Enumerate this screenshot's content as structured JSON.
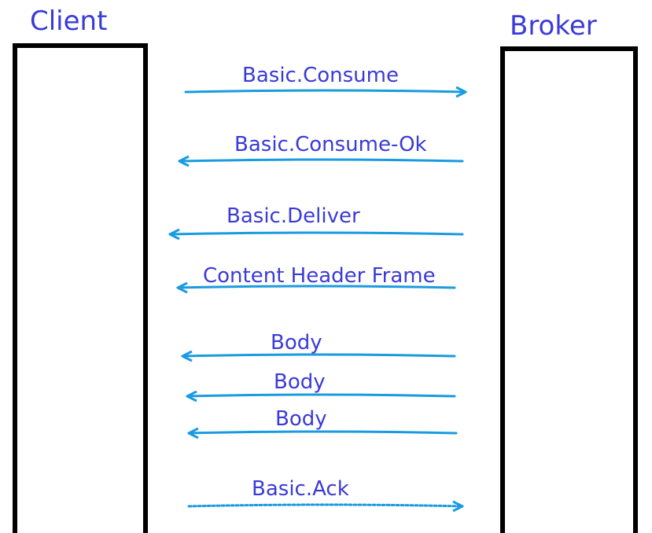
{
  "participants": {
    "client": "Client",
    "broker": "Broker"
  },
  "colors": {
    "text": "#3a3ad8",
    "arrow": "#1a9be0",
    "box": "#000000"
  },
  "messages": [
    {
      "label": "Basic.Consume",
      "direction": "to-broker",
      "style": "solid"
    },
    {
      "label": "Basic.Consume-Ok",
      "direction": "to-client",
      "style": "solid"
    },
    {
      "label": "Basic.Deliver",
      "direction": "to-client",
      "style": "solid"
    },
    {
      "label": "Content Header Frame",
      "direction": "to-client",
      "style": "solid"
    },
    {
      "label": "Body",
      "direction": "to-client",
      "style": "solid"
    },
    {
      "label": "Body",
      "direction": "to-client",
      "style": "solid"
    },
    {
      "label": "Body",
      "direction": "to-client",
      "style": "solid"
    },
    {
      "label": "Basic.Ack",
      "direction": "to-broker",
      "style": "dashed"
    }
  ]
}
